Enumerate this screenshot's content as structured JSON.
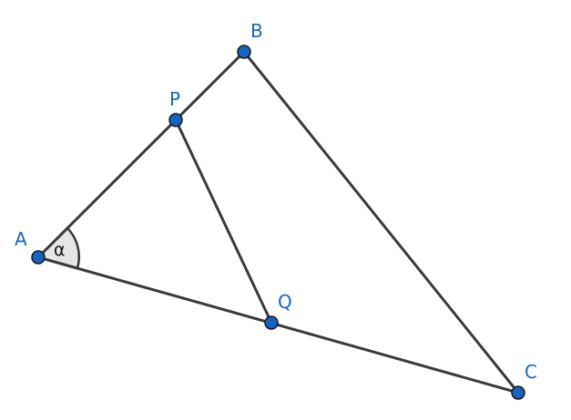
{
  "diagram": {
    "points": {
      "A": "A",
      "B": "B",
      "C": "C",
      "P": "P",
      "Q": "Q"
    },
    "angle_label": "α",
    "colors": {
      "point": "#1565c0",
      "line": "#3a3a3a",
      "angle_fill": "#e0e0e0"
    }
  }
}
